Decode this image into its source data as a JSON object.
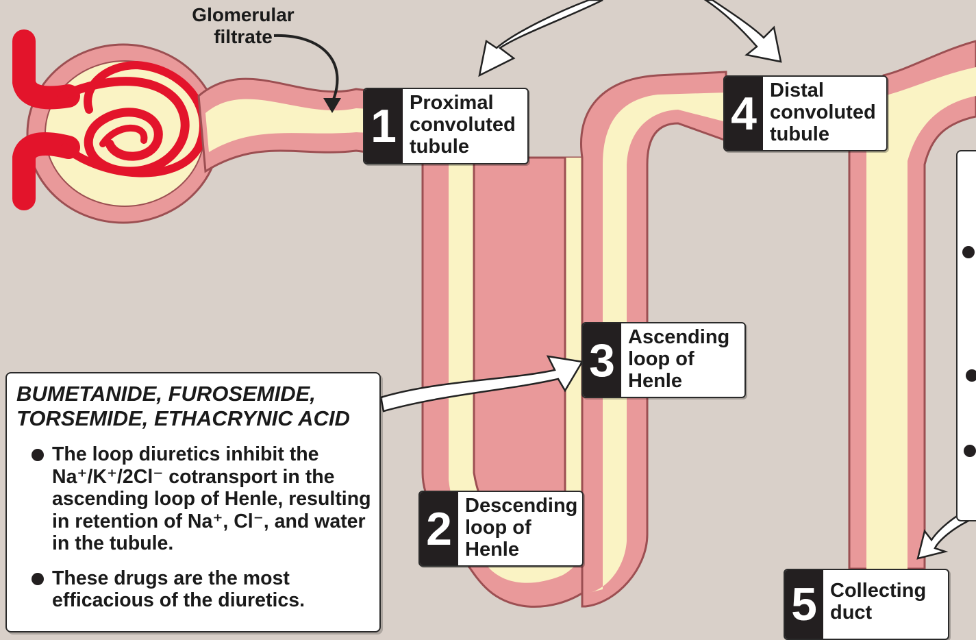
{
  "glomerular_filtrate": "Glomerular\nfiltrate",
  "segments": [
    {
      "number": "1",
      "label": "Proximal\nconvoluted\ntubule"
    },
    {
      "number": "2",
      "label": "Descending\nloop of\nHenle"
    },
    {
      "number": "3",
      "label": "Ascending\nloop of\nHenle"
    },
    {
      "number": "4",
      "label": "Distal\nconvoluted\ntubule"
    },
    {
      "number": "5",
      "label": "Collecting\nduct"
    }
  ],
  "drug_box": {
    "title": "BUMETANIDE, FUROSEMIDE,\nTORSEMIDE, ETHACRYNIC ACID",
    "bullets": [
      "The loop diuretics inhibit the Na⁺/K⁺/2Cl⁻  cotransport in the ascending loop of Henle, resulting in retention of Na⁺, Cl⁻, and water in the tubule.",
      "These drugs are the most efficacious of the diuretics."
    ]
  },
  "colors": {
    "background": "#d9d0c9",
    "tubule_wall": "#e9999a",
    "tubule_lumen": "#faf3c4",
    "capillary": "#e3142b",
    "label_number_bg": "#231f20"
  }
}
